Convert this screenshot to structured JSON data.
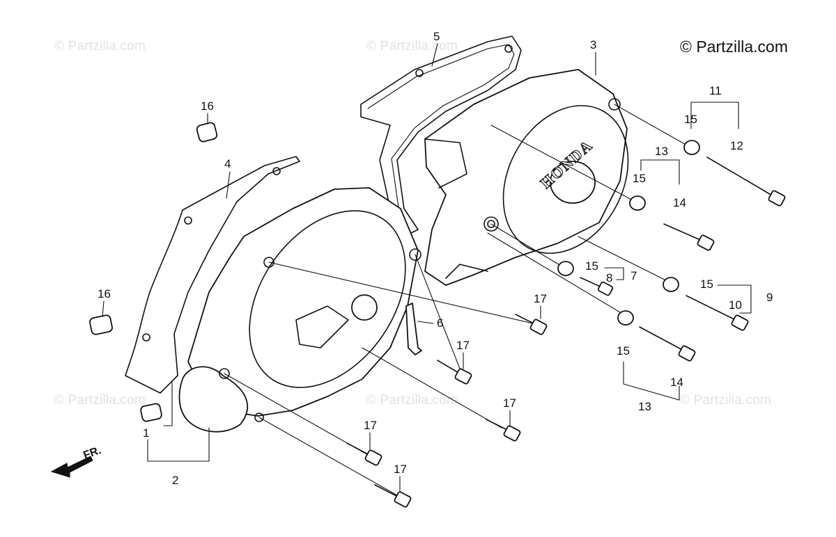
{
  "watermark_text": "© Partzilla.com",
  "copyright": "© Partzilla.com",
  "brand_mark": "HONDA",
  "direction_label": "FR.",
  "callouts": [
    "1",
    "2",
    "3",
    "4",
    "5",
    "6",
    "7",
    "8",
    "9",
    "10",
    "11",
    "12",
    "13",
    "14",
    "15",
    "16",
    "17"
  ]
}
